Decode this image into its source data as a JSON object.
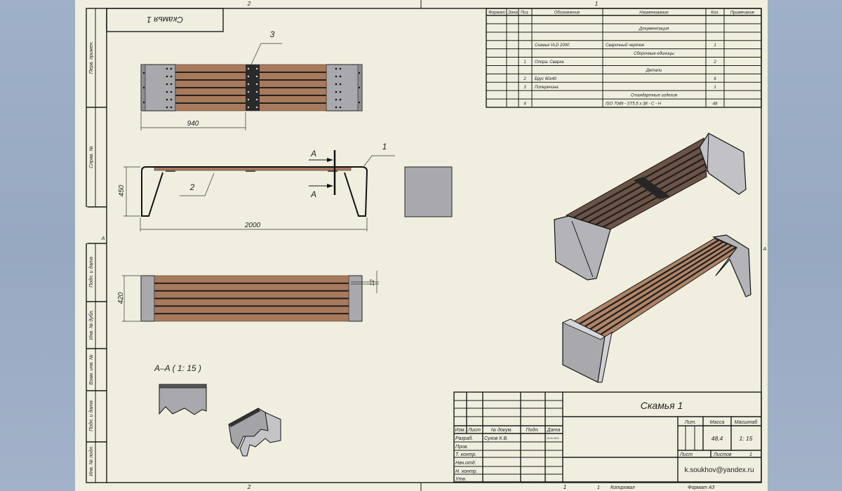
{
  "zones": {
    "top_left": "2",
    "top_right": "1",
    "bottom_left": "2",
    "bottom_right": "1",
    "side_left": "A",
    "side_right": "A"
  },
  "stamp_upside_down": "Скамья 1",
  "side_strip": [
    "Перв. примен.",
    "Справ. №",
    "Подп. и дата",
    "Инв. № дубл.",
    "Взам. инв. №",
    "Подп. и дата",
    "Инв. № подл."
  ],
  "spec": {
    "headers": [
      "Формат",
      "Зона",
      "Поз.",
      "Обозначение",
      "Наименование",
      "Кол.",
      "Примечание"
    ],
    "rows": [
      {},
      {
        "section": "Документация"
      },
      {},
      {
        "designation": "Скамья VLD 2000",
        "name": "Сварочный чертеж",
        "qty": "1"
      },
      {
        "section": "Сборочные единицы"
      },
      {
        "pos": "1",
        "designation": "Опора. Сварка",
        "qty": "2"
      },
      {
        "section": "Детали"
      },
      {
        "pos": "2",
        "designation": "Брус 60х40",
        "qty": "6"
      },
      {
        "pos": "3",
        "designation": "Поперечина",
        "qty": "1"
      },
      {
        "section": "Стандартные изделия"
      },
      {
        "pos": "4",
        "name": "ISO 7049 - ST5,5 x 38 - C - H",
        "qty": "48"
      }
    ]
  },
  "dimensions": {
    "top_length": "940",
    "height": "450",
    "length": "2000",
    "width": "420",
    "gap": "12"
  },
  "leaders": {
    "crossbar": "3",
    "support": "1",
    "beam": "2"
  },
  "section": {
    "cut_label": "A",
    "view_title": "A–A ( 1: 15 )"
  },
  "title_block": {
    "title": "Скамья 1",
    "col_headers": [
      "Изм.",
      "Лист",
      "№ докум.",
      "Подп.",
      "Дата"
    ],
    "roles": [
      "Разраб.",
      "Пров.",
      "Т. контр.",
      "Нач.отд.",
      "Н. контр.",
      "Утв."
    ],
    "developer": "Сухов К.В.",
    "date": "26.03.2021",
    "lit_label": "Лит.",
    "mass_label": "Масса",
    "scale_label": "Масштаб",
    "mass": "48,4",
    "scale": "1: 15",
    "sheet_label": "Лист",
    "sheets_label": "Листов",
    "sheets": "1",
    "email": "k.soukhov@yandex.ru",
    "copied_num": "1",
    "copied_label": "Копировал",
    "format_label": "Формат А3"
  },
  "colors": {
    "paper": "#f0efdf",
    "wood": "#a87a5c",
    "wood_dark": "#5e4a3e",
    "steel": "#a9a9ad",
    "background": "#9fb0c8"
  }
}
